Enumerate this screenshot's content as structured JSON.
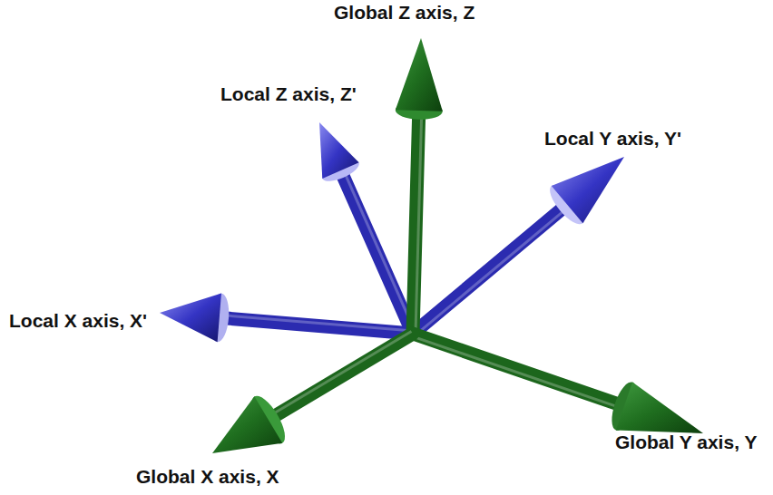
{
  "diagram": {
    "labels": [
      "Global Z axis, Z",
      "Local Z axis, Z'",
      "Local Y axis, Y'",
      "Local X axis, X'",
      "Global X axis, X",
      "Global Y axis, Y"
    ]
  }
}
